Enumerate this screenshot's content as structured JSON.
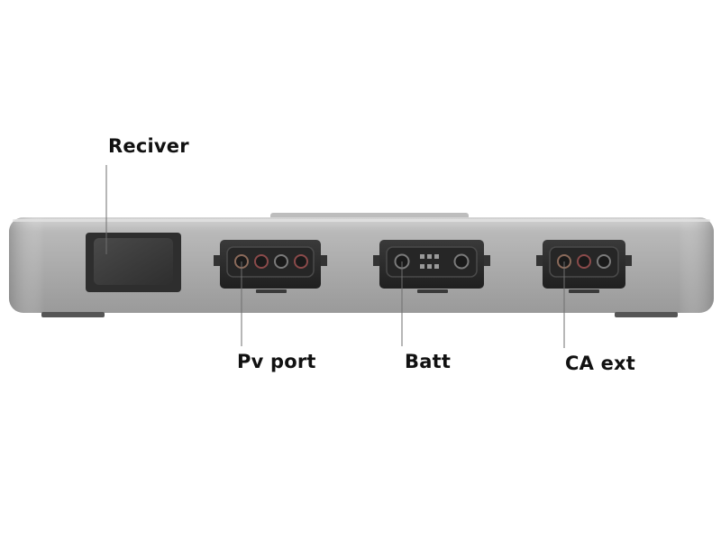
{
  "labels": {
    "receiver": "Reciver",
    "pv_port": "Pv port",
    "batt": "Batt",
    "ca_ext": "CA ext"
  },
  "colors": {
    "body_light": "#c9c9c9",
    "body_mid": "#9d9d9d",
    "port_dark": "#2b2b2b",
    "pin_ring": "#8a6a5a",
    "leader": "#6f6f6f",
    "text": "#111111"
  }
}
